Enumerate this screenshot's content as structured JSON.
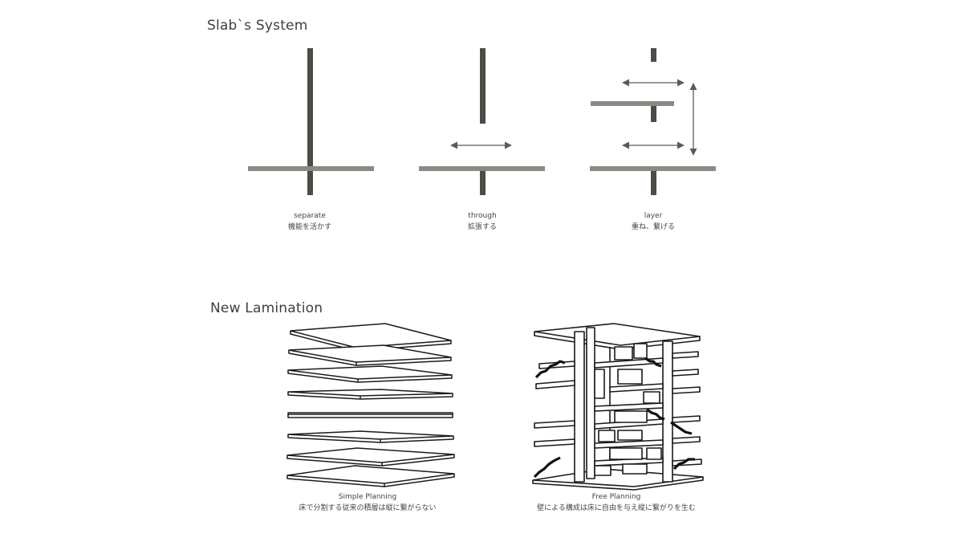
{
  "sections": {
    "slab_system": {
      "title": "Slab`s System",
      "items": [
        {
          "name": "separate",
          "desc": "機能を活かす"
        },
        {
          "name": "through",
          "desc": "拡張する"
        },
        {
          "name": "layer",
          "desc": "重ね、繋げる"
        }
      ]
    },
    "new_lamination": {
      "title": "New Lamination",
      "items": [
        {
          "name": "Simple Planning",
          "desc": "床で分割する従来の積層は縦に繋がらない"
        },
        {
          "name": "Free Planning",
          "desc": "壁による構成は床に自由を与え縦に繋がりを生む"
        }
      ]
    }
  },
  "colors": {
    "slab": "#8a8a85",
    "column": "#4d4b45",
    "arrow": "#5a5a5a",
    "line": "#1a1a1a"
  }
}
